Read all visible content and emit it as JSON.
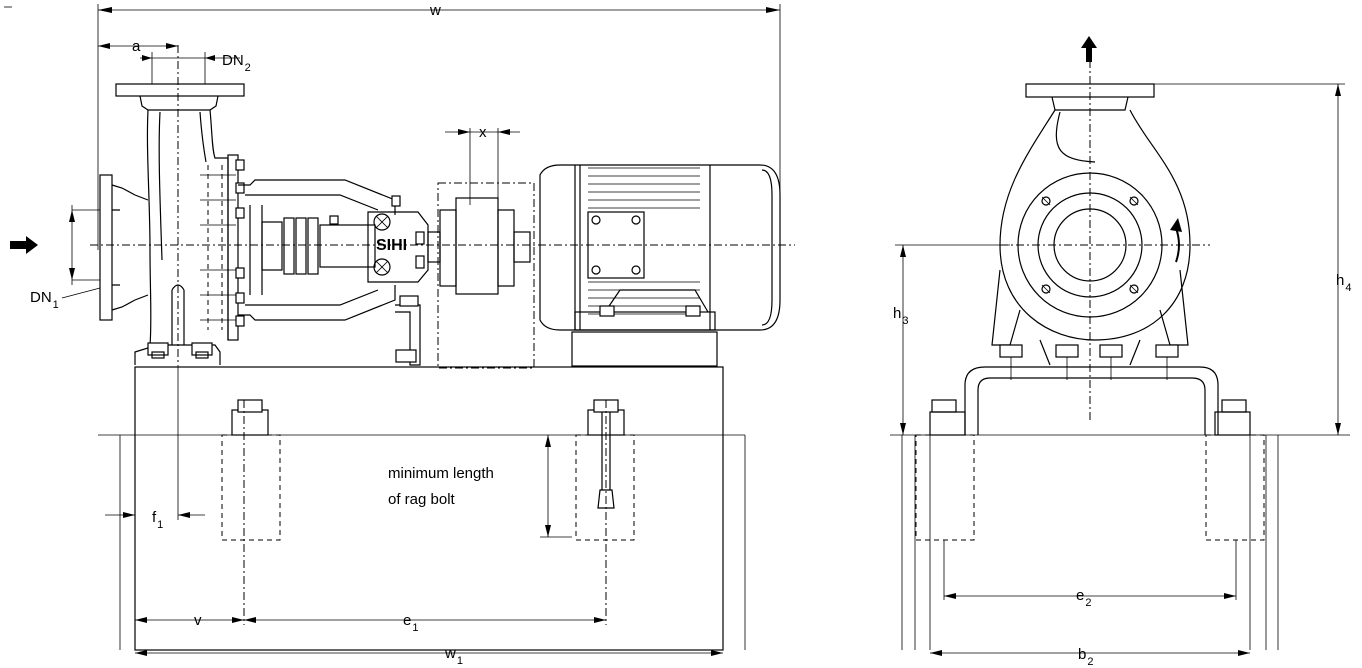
{
  "labels": {
    "w": "w",
    "a": "a",
    "dn2_main": "DN",
    "dn2_sub": "2",
    "dn1_main": "DN",
    "dn1_sub": "1",
    "x": "x",
    "brand": "SIHI",
    "f1_main": "f",
    "f1_sub": "1",
    "v": "v",
    "e1_main": "e",
    "e1_sub": "1",
    "w1_main": "w",
    "w1_sub": "1",
    "h3_main": "h",
    "h3_sub": "3",
    "h4_main": "h",
    "h4_sub": "4",
    "e2_main": "e",
    "e2_sub": "2",
    "b2_main": "b",
    "b2_sub": "2"
  },
  "note": {
    "line1": "minimum length",
    "line2": "of rag bolt"
  }
}
